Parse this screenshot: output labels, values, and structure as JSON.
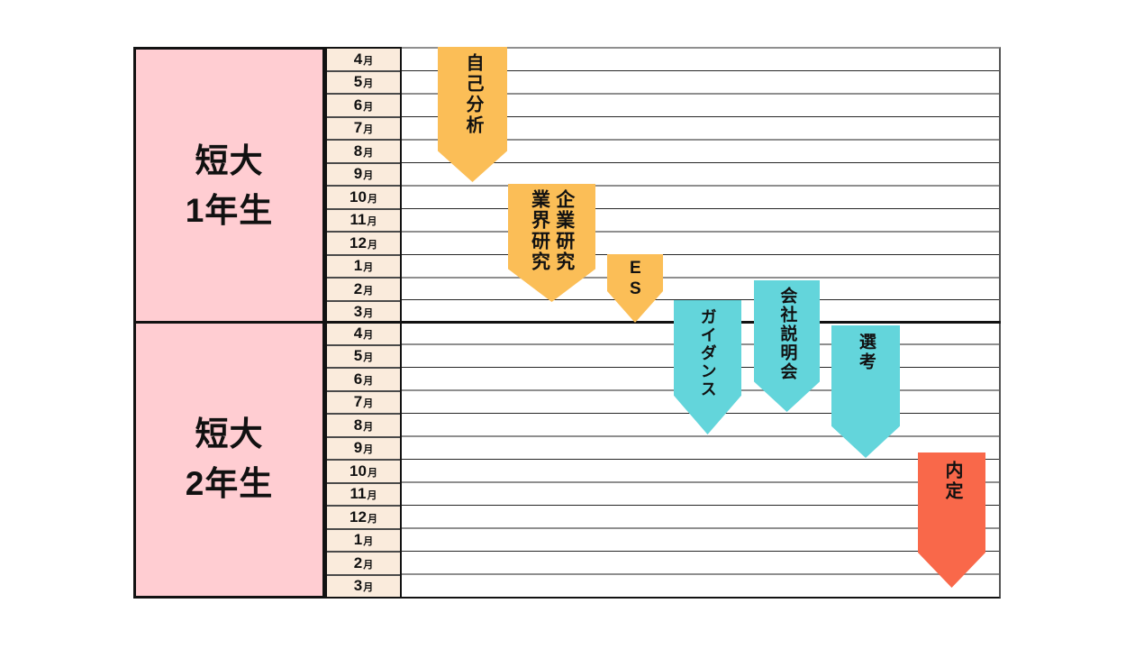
{
  "schedule": {
    "description_colors": {
      "year_block_bg": "#FFCDD2",
      "month_cell_bg": "#FAEBDC",
      "grid_line_gray": "#8F8F8F",
      "grid_line_dark": "#262626",
      "border_black": "#121212",
      "task_orange": "#FBBE57",
      "task_teal": "#63D5DB",
      "task_red": "#F9684A"
    },
    "year_blocks": [
      {
        "label": "短大\n1年生"
      },
      {
        "label": "短大\n2年生"
      }
    ],
    "month_suffix": "月",
    "months": [
      "4",
      "5",
      "6",
      "7",
      "8",
      "9",
      "10",
      "11",
      "12",
      "1",
      "2",
      "3"
    ],
    "tasks": [
      {
        "name": "自己分析",
        "label": "自己分析",
        "color": "#FBBE57",
        "start": "短大1年生 4月",
        "end": "短大1年生 9月"
      },
      {
        "name": "業界研究・企業研究",
        "label": "企業研究\n業界研究",
        "color": "#FBBE57",
        "start": "短大1年生 10月",
        "end": "短大1年生 3月"
      },
      {
        "name": "ES",
        "label": "ES",
        "color": "#FBBE57",
        "start": "短大1年生 1月",
        "end": "短大1年生 3月"
      },
      {
        "name": "ガイダンス",
        "label": "ガイダンス",
        "color": "#63D5DB",
        "start": "短大1年生 3月",
        "end": "短大2年生 8月"
      },
      {
        "name": "会社説明会",
        "label": "会社説明会",
        "color": "#63D5DB",
        "start": "短大1年生 2月",
        "end": "短大2年生 7月"
      },
      {
        "name": "選考",
        "label": "選考",
        "color": "#63D5DB",
        "start": "短大2年生 4月",
        "end": "短大2年生 9月"
      },
      {
        "name": "内定",
        "label": "内定",
        "color": "#F9684A",
        "start": "短大2年生 9月",
        "end": "短大2年生 3月"
      }
    ]
  }
}
